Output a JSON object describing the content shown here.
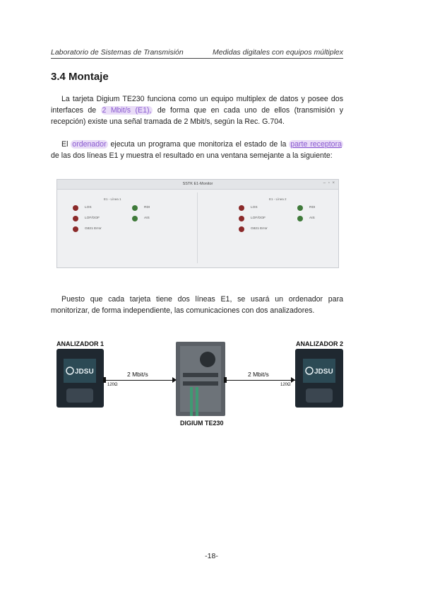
{
  "header": {
    "left": "Laboratorio de Sistemas de Transmisión",
    "right": "Medidas digitales con equipos múltiplex"
  },
  "section": {
    "title": "3.4 Montaje"
  },
  "paragraph1": {
    "p1": "La tarjeta Digium TE230 funciona como un equipo multiplex de datos y posee dos interfaces de ",
    "hl": "2 Mbit/s (E1),",
    "p2": " de forma que en cada uno de ellos (transmisión y recepción) existe una señal tramada de 2 Mbit/s, según la Rec. G.704."
  },
  "paragraph2": {
    "p1": "El ",
    "hl1": "ordenador",
    "p2": " ejecuta un programa que monitoriza el estado de la ",
    "hl2": "parte receptora",
    "p3": " de las dos líneas E1 y muestra el resultado en una ventana semejante a la siguiente:"
  },
  "monitor": {
    "title": "SSTK E1-Monitor",
    "buttons": "– ▫ ×",
    "groups": [
      {
        "label": "E1 - Línea 1",
        "indicators": [
          {
            "label": "LOS",
            "color": "#8b2a2a"
          },
          {
            "label": "RDI",
            "color": "#3f7a3a"
          },
          {
            "label": "LOF/OOF",
            "color": "#8b2a2a"
          },
          {
            "label": "AIS",
            "color": "#3f7a3a"
          },
          {
            "label": "G821 Error",
            "color": "#8b2a2a"
          }
        ]
      },
      {
        "label": "E1 - Línea 2",
        "indicators": [
          {
            "label": "LOS",
            "color": "#8b2a2a"
          },
          {
            "label": "RDI",
            "color": "#3f7a3a"
          },
          {
            "label": "LOF/OOF",
            "color": "#8b2a2a"
          },
          {
            "label": "AIS",
            "color": "#3f7a3a"
          },
          {
            "label": "G821 Error",
            "color": "#8b2a2a"
          }
        ]
      }
    ]
  },
  "paragraph3": {
    "text": "Puesto que cada tarjeta tiene dos líneas E1, se usará un ordenador para monitorizar, de forma independiente, las comunicaciones con dos analizadores."
  },
  "diagram": {
    "analyzer1": "ANALIZADOR 1",
    "analyzer2": "ANALIZADOR 2",
    "brand": "JDSU",
    "link1": "2 Mbit/s",
    "link2": "2 Mbit/s",
    "ohm1": "120Ω",
    "ohm2": "120Ω",
    "center": "DIGIUM TE230"
  },
  "page_number": "-18-"
}
